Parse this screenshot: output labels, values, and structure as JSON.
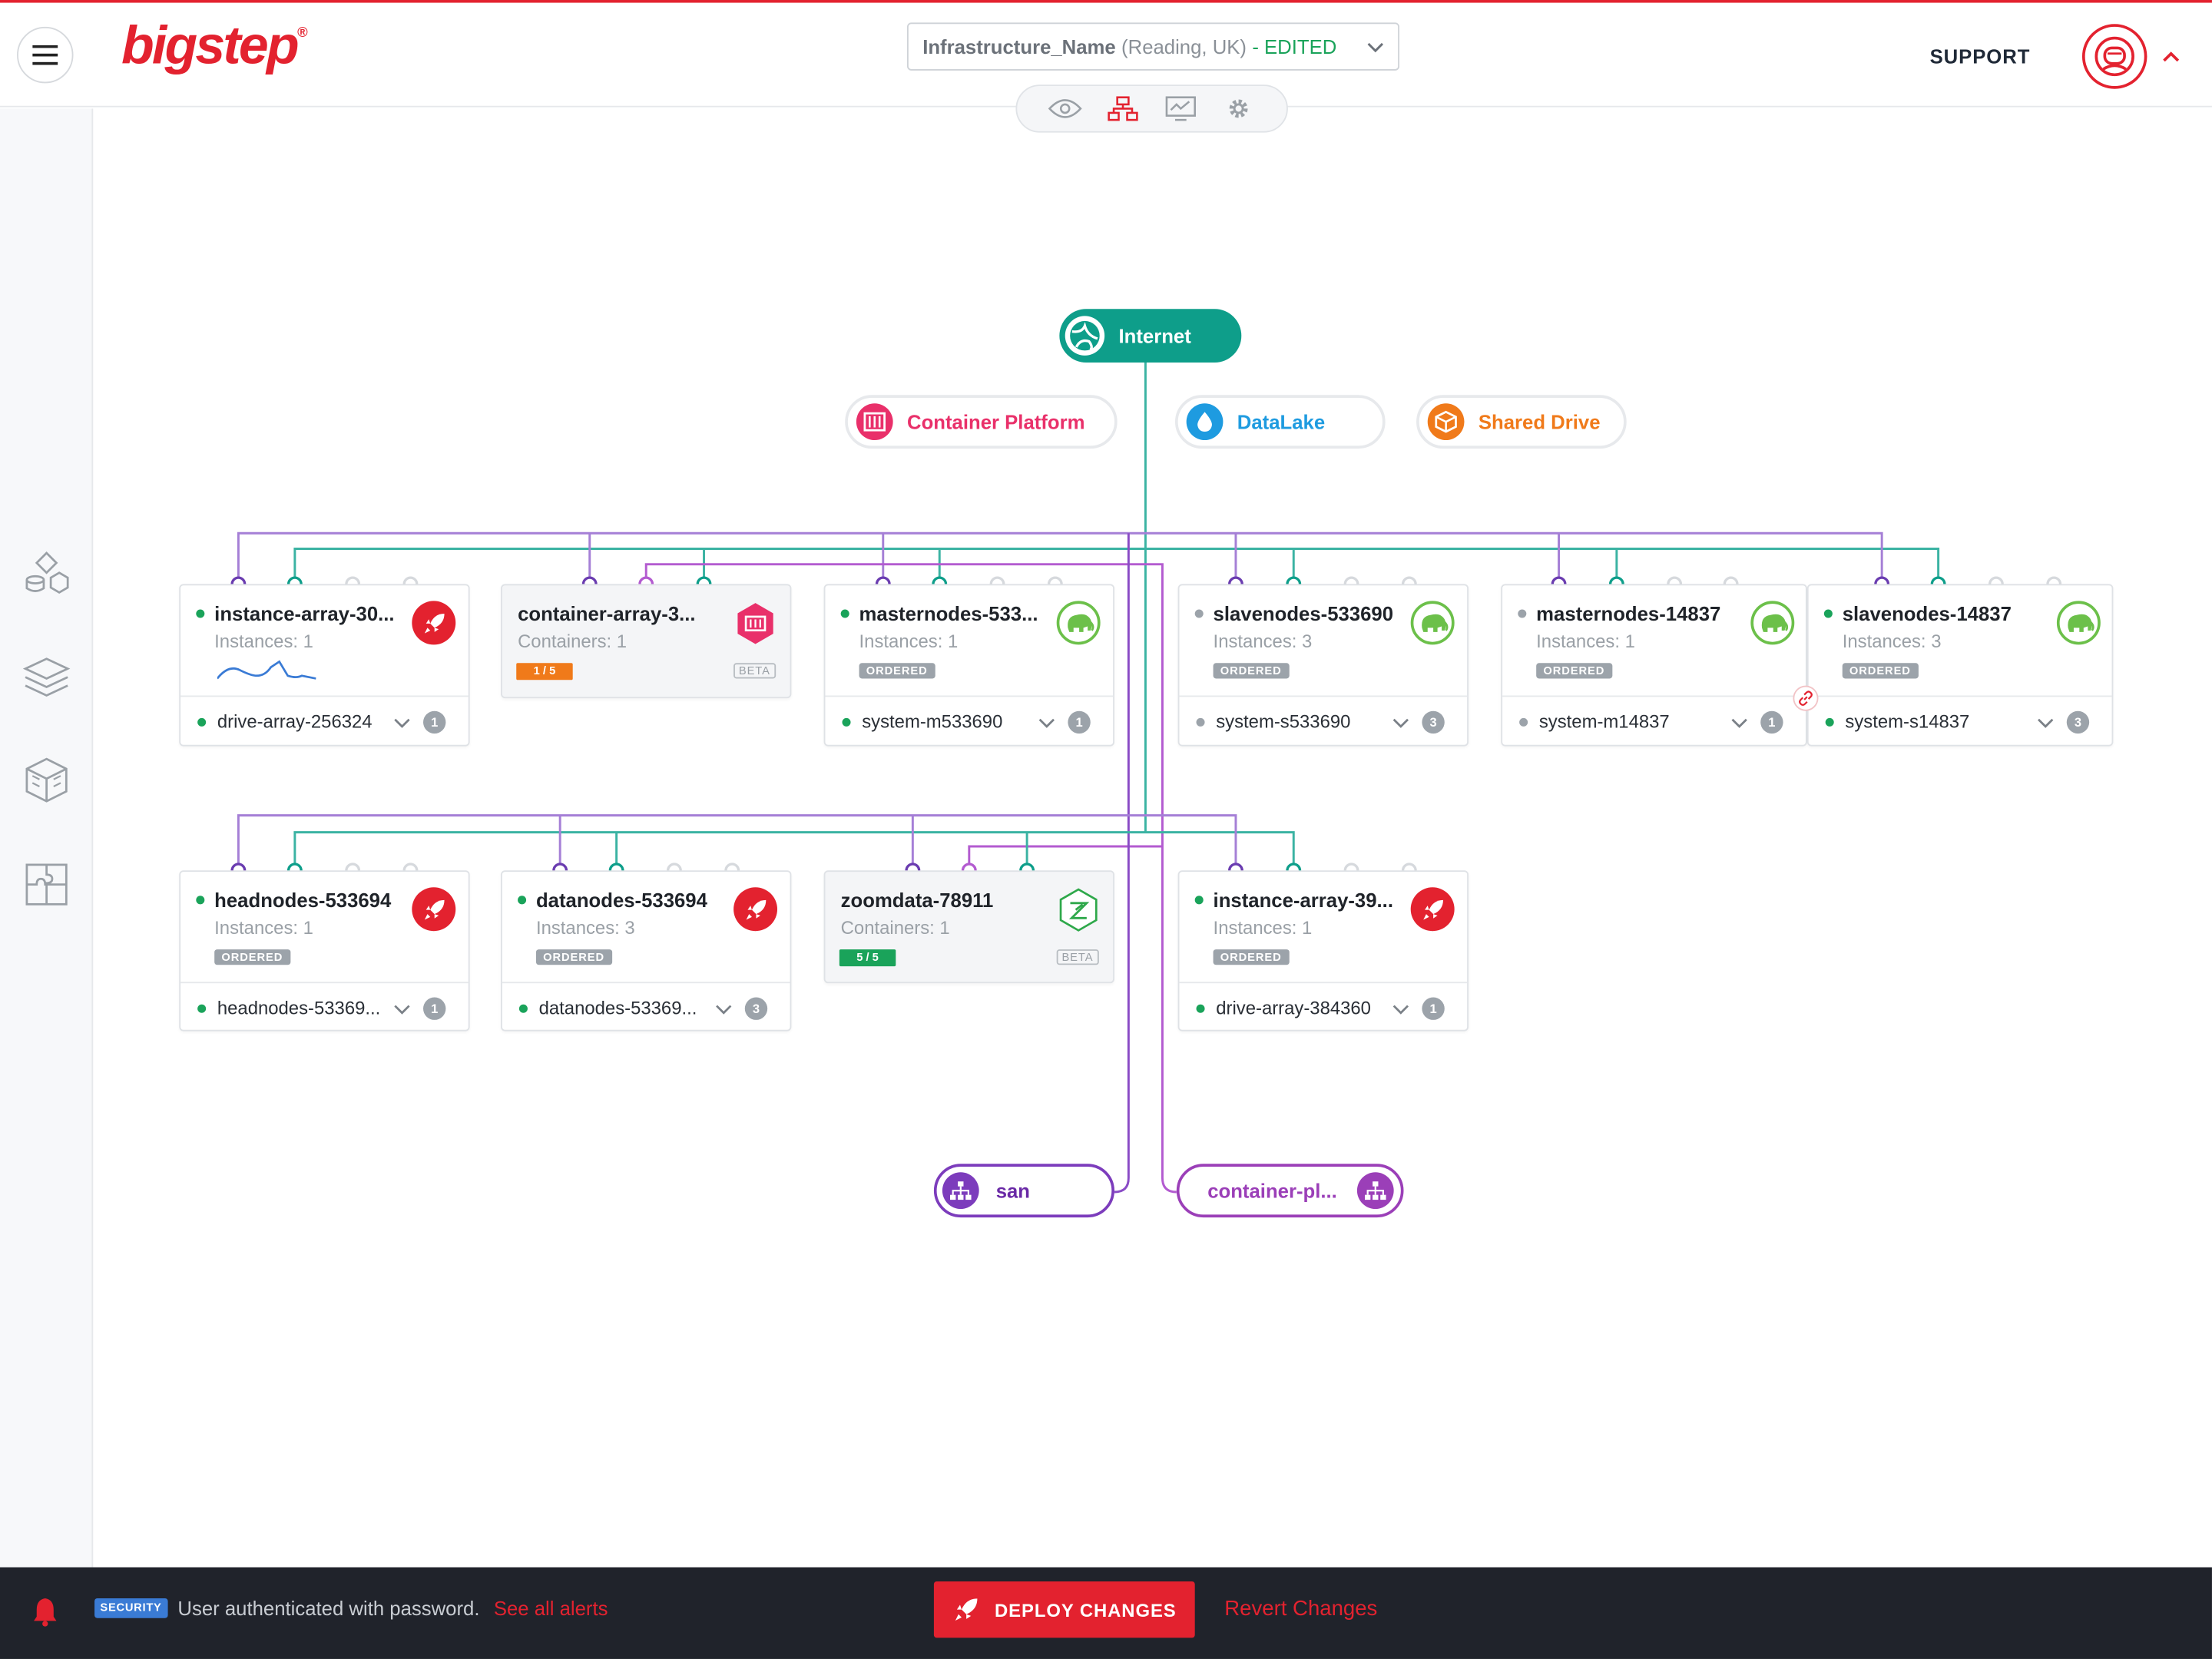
{
  "header": {
    "logo_text": "bigstep",
    "logo_mark": "®",
    "infrastructure": {
      "name": "Infrastructure_Name",
      "location": "(Reading, UK)",
      "status": "- EDITED"
    },
    "support_label": "SUPPORT",
    "view_icons": [
      "eye-icon",
      "topology-icon",
      "monitor-icon",
      "gear-icon"
    ]
  },
  "sidebar": {
    "icons": [
      "objects-icon",
      "layers-icon",
      "cube-icon",
      "puzzle-icon"
    ]
  },
  "services": {
    "internet": "Internet",
    "container_platform": "Container Platform",
    "datalake": "DataLake",
    "shared_drive": "Shared Drive"
  },
  "cards_row1": [
    {
      "title": "instance-array-30...",
      "sub": "Instances: 1",
      "icon": "rocket-icon",
      "footer": "drive-array-256324",
      "count": "1"
    },
    {
      "title": "container-array-3...",
      "sub": "Containers: 1",
      "icon": "container-icon",
      "progress": "1 / 5",
      "beta": "BETA"
    },
    {
      "title": "masternodes-533...",
      "sub": "Instances: 1",
      "icon": "hadoop-elephant-icon",
      "badge": "ORDERED",
      "footer": "system-m533690",
      "count": "1"
    },
    {
      "title": "slavenodes-533690",
      "sub": "Instances: 3",
      "icon": "hadoop-elephant-icon",
      "badge": "ORDERED",
      "footer": "system-s533690",
      "count": "3"
    },
    {
      "title": "masternodes-14837",
      "sub": "Instances: 1",
      "icon": "hadoop-elephant-icon",
      "badge": "ORDERED",
      "footer": "system-m14837",
      "count": "1"
    },
    {
      "title": "slavenodes-14837",
      "sub": "Instances: 3",
      "icon": "hadoop-elephant-icon",
      "badge": "ORDERED",
      "footer": "system-s14837",
      "count": "3"
    }
  ],
  "cards_row2": [
    {
      "title": "headnodes-533694",
      "sub": "Instances: 1",
      "icon": "rocket-icon",
      "badge": "ORDERED",
      "footer": "headnodes-53369...",
      "count": "1"
    },
    {
      "title": "datanodes-533694",
      "sub": "Instances: 3",
      "icon": "rocket-icon",
      "badge": "ORDERED",
      "footer": "datanodes-53369...",
      "count": "3"
    },
    {
      "title": "zoomdata-78911",
      "sub": "Containers: 1",
      "icon": "zoomdata-icon",
      "progress": "5 / 5",
      "beta": "BETA"
    },
    {
      "title": "instance-array-39...",
      "sub": "Instances: 1",
      "icon": "rocket-icon",
      "badge": "ORDERED",
      "footer": "drive-array-384360",
      "count": "1"
    }
  ],
  "networks": {
    "san": "san",
    "container_platform": "container-pl..."
  },
  "footer": {
    "security_tag": "SECURITY",
    "message": "User authenticated with password.",
    "alerts_link": "See all alerts",
    "deploy_label": "DEPLOY CHANGES",
    "revert_label": "Revert Changes"
  },
  "colors": {
    "brand_red": "#e3222f",
    "wan_teal": "#0e9e8a",
    "lan_purple": "#9b6fd0",
    "san_purple": "#7c3cbc",
    "container_pink": "#e9306a",
    "datalake_blue": "#1e9be0",
    "shared_drive_orange": "#f07a1a",
    "status_green": "#1aa35a",
    "status_gray": "#9ca3aa"
  }
}
